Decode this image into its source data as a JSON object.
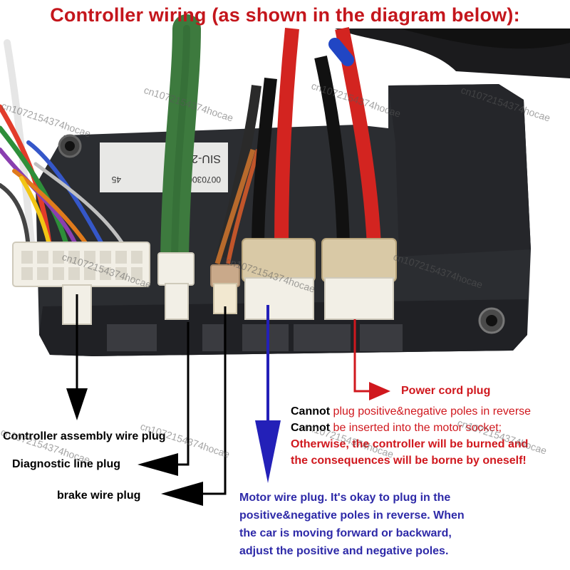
{
  "title": "Controller wiring (as shown in the diagram below):",
  "controller_label": {
    "line1": "SIU-2",
    "line2": "45",
    "line3": "007030006"
  },
  "labels": {
    "controller_assembly": "Controller assembly wire plug",
    "diagnostic": "Diagnostic line plug",
    "brake": "brake wire plug",
    "power": "Power cord plug"
  },
  "power_warning": {
    "l1_a": "Cannot",
    "l1_b": " plug positive&negative poles in reverse",
    "l2_a": "Cannot",
    "l2_b": " be inserted into the motor socket;",
    "l3": "Otherwise, the controller will be burned and",
    "l4": "the consequences will be borne by oneself!"
  },
  "motor_note": [
    "Motor wire plug. It's okay to plug in the",
    "positive&negative poles in reverse. When",
    "the car is moving forward or backward,",
    "adjust the positive and negative poles."
  ],
  "watermark": "cn1072154374hocae",
  "colors": {
    "title": "#c4161c",
    "power_red": "#d0181e",
    "motor_blue": "#2e2aa8",
    "controller_body": "#2b2d31",
    "plug": "#f2efe6"
  }
}
